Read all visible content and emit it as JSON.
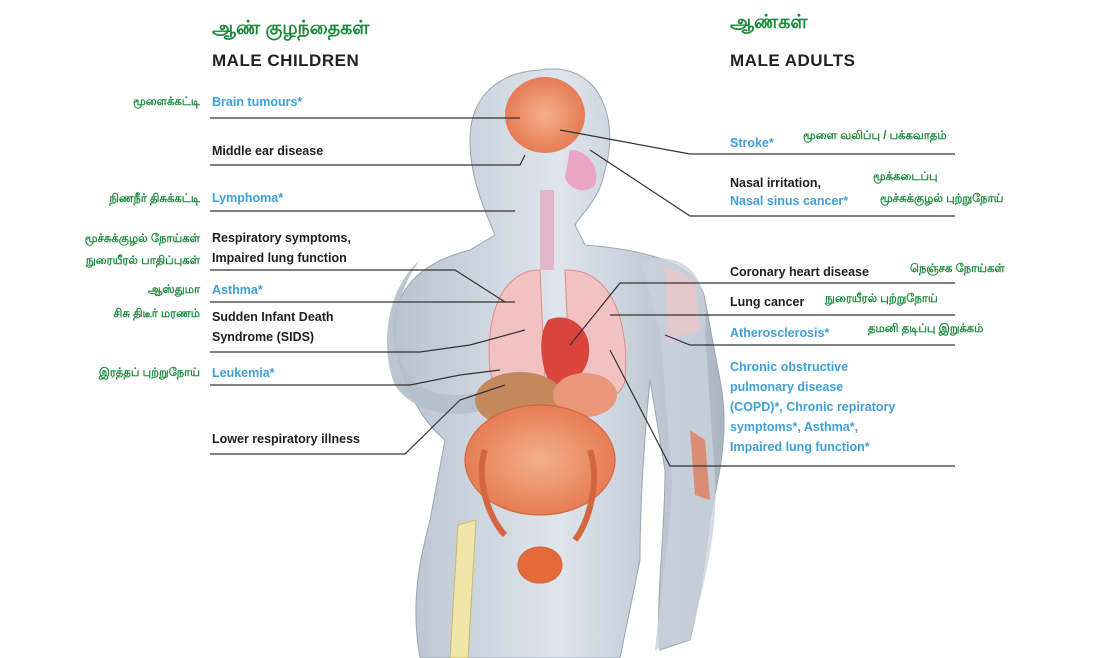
{
  "headers": {
    "children_ta": "ஆண் குழந்தைகள்",
    "children_en": "MALE CHILDREN",
    "adults_ta": "ஆண்கள்",
    "adults_en": "MALE ADULTS"
  },
  "children": [
    {
      "ta": "மூளைக்கட்டி",
      "en": "Brain tumours*",
      "highlight": true
    },
    {
      "ta": "",
      "en": "Middle ear disease",
      "highlight": false
    },
    {
      "ta": "நிணநீர் திசுக்கட்டி",
      "en": "Lymphoma*",
      "highlight": true
    },
    {
      "ta": "மூச்சுக்குழல் நோய்கள்",
      "ta2": "நுரையீரல் பாதிப்புகள்",
      "en": "Respiratory symptoms,",
      "en2": "Impaired lung function",
      "highlight": false
    },
    {
      "ta": "ஆஸ்துமா",
      "en": "Asthma*",
      "highlight": true
    },
    {
      "ta": "சிசு திடீர் மரணம்",
      "en": "Sudden Infant Death",
      "en2": "Syndrome (SIDS)",
      "highlight": false
    },
    {
      "ta": "இரத்தப் புற்றுநோய்",
      "en": "Leukemia*",
      "highlight": true
    },
    {
      "ta": "",
      "en": "Lower respiratory illness",
      "highlight": false
    }
  ],
  "adults": [
    {
      "en": "Stroke*",
      "ta": "மூளை வலிப்பு / பக்கவாதம்",
      "highlight": true
    },
    {
      "en": "Nasal irritation,",
      "ta": "மூக்கடைப்பு",
      "highlight": false
    },
    {
      "en": "Nasal sinus cancer*",
      "ta": "மூச்சுக்குழல் புற்றுநோய்",
      "highlight": true
    },
    {
      "en": "Coronary heart disease",
      "ta": "நெஞ்சக நோய்கள்",
      "highlight": false
    },
    {
      "en": "Lung cancer",
      "ta": "நுரையீரல் புற்றுநோய்",
      "highlight": false
    },
    {
      "en": "Atherosclerosis*",
      "ta": "தமனி தடிப்பு இறுக்கம்",
      "highlight": true
    },
    {
      "en": "Chronic obstructive",
      "en2": "pulmonary disease",
      "en3": "(COPD)*, Chronic repiratory",
      "en4": "symptoms*, Asthma*,",
      "en5": "Impaired lung function*",
      "ta": "",
      "highlight": true
    }
  ],
  "colors": {
    "tamil": "#1a8a3a",
    "highlight": "#3fa0d8",
    "text": "#1e1e1e"
  }
}
